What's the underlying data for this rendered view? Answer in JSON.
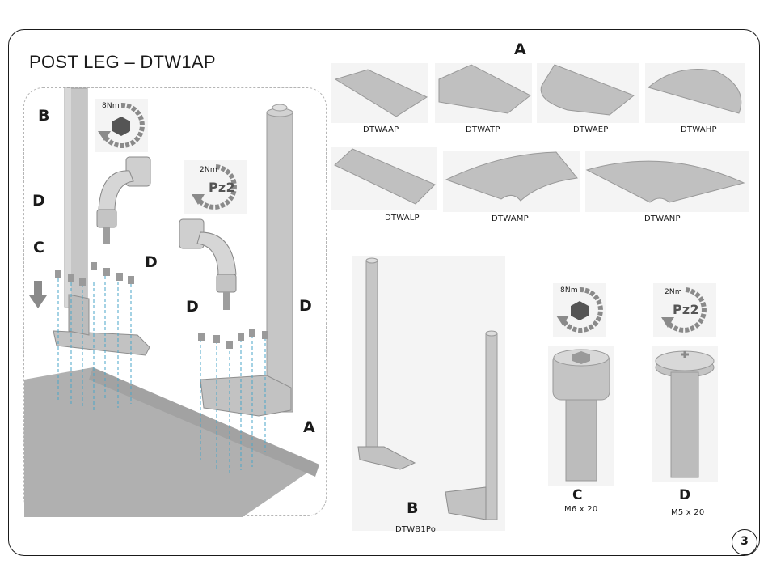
{
  "title": "POST LEG – DTW1AP",
  "section_a_label": "A",
  "tops": [
    {
      "code": "DTWAAP"
    },
    {
      "code": "DTWATP"
    },
    {
      "code": "DTWAEP"
    },
    {
      "code": "DTWAHP"
    },
    {
      "code": "DTWALP"
    },
    {
      "code": "DTWAMP"
    },
    {
      "code": "DTWANP"
    }
  ],
  "leg": {
    "label": "B",
    "code": "DTWB1Po"
  },
  "screw_c": {
    "label": "C",
    "size": "M6 x 20",
    "torque": "8Nm",
    "bit": "hex"
  },
  "screw_d": {
    "label": "D",
    "size": "M5 x 20",
    "torque": "2Nm",
    "bit": "Pz2"
  },
  "callouts": {
    "b": "B",
    "d1": "D",
    "c": "C",
    "d2": "D",
    "d3": "D",
    "d4": "D",
    "a": "A"
  },
  "tool_badges": {
    "torque_1": "8Nm",
    "torque_2": "2Nm",
    "bit_2": "Pz2"
  },
  "page_number": "3",
  "colors": {
    "part_fill": "#c9c9c9",
    "part_dark": "#9a9a9a",
    "guide_line": "#4aa6c8",
    "arrow": "#5a5a5a"
  },
  "icons": [
    "torque-hex-icon",
    "torque-pz2-icon",
    "power-drill-icon",
    "down-arrow-icon"
  ]
}
